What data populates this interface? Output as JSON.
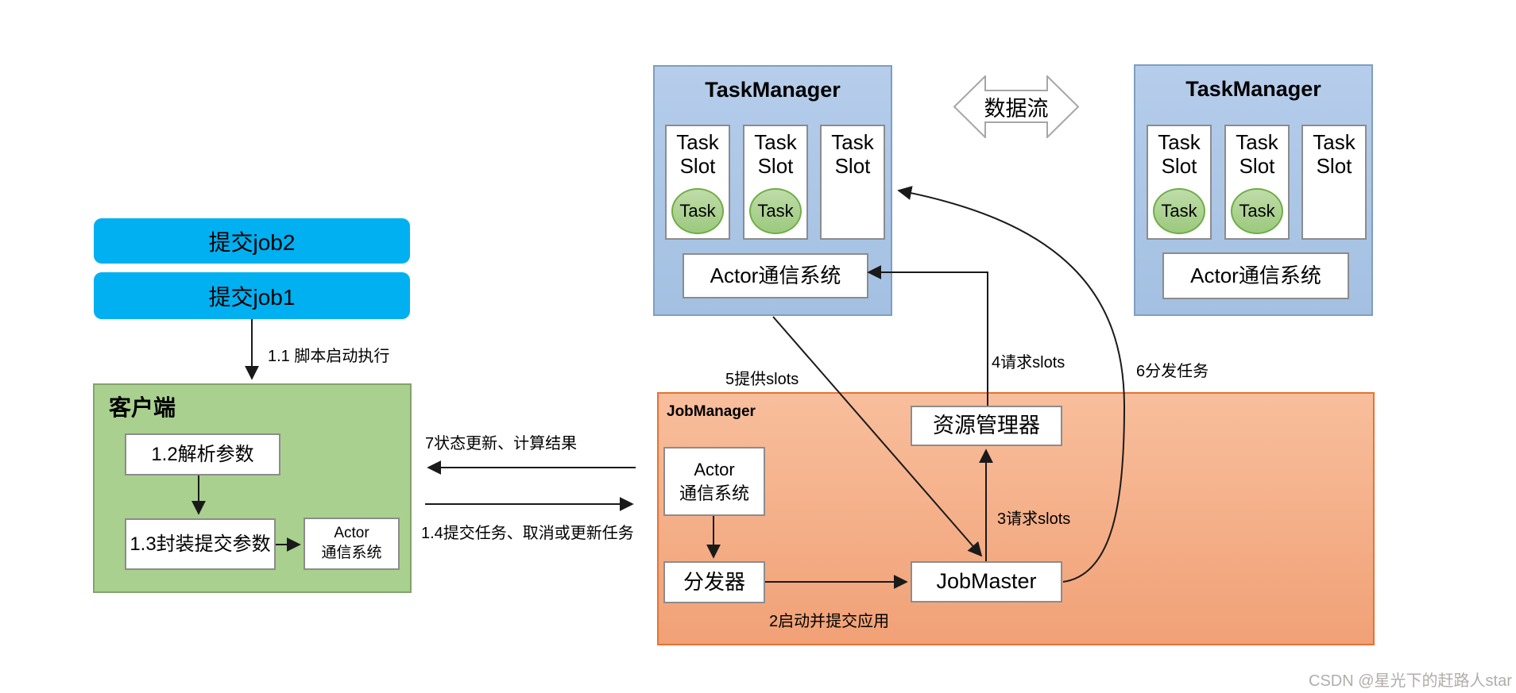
{
  "submit": {
    "job2": "提交job2",
    "job1": "提交job1"
  },
  "client": {
    "title": "客户端",
    "parse": "1.2解析参数",
    "package": "1.3封装提交参数",
    "actor_line1": "Actor",
    "actor_line2": "通信系统"
  },
  "tm": {
    "title": "TaskManager",
    "slot": "Task Slot",
    "task": "Task",
    "actor": "Actor通信系统"
  },
  "dataflow": {
    "label": "数据流"
  },
  "jobmanager": {
    "title": "JobManager",
    "actor_line1": "Actor",
    "actor_line2": "通信系统",
    "dispatcher": "分发器",
    "jobmaster": "JobMaster",
    "resource": "资源管理器"
  },
  "flow_labels": {
    "step1_1": "1.1 脚本启动执行",
    "step1_4": "1.4提交任务、取消或更新任务",
    "step2": "2启动并提交应用",
    "step3": "3请求slots",
    "step4": "4请求slots",
    "step5": "5提供slots",
    "step6": "6分发任务",
    "step7": "7状态更新、计算结果"
  },
  "watermark": "CSDN @星光下的赶路人star",
  "colors": {
    "submit_button": "#00B0F0",
    "taskmanager_fill": "#A9C6E8",
    "taskmanager_border": "#7F9EC0",
    "client_fill": "#A9D08E",
    "jobmanager_fill": "#F6B28C",
    "jobmanager_border": "#E97132",
    "task_fill": "#A9D18E",
    "task_border": "#70AD47",
    "connector": "#1A1A1A",
    "watermark_text": "#B1ADAB"
  }
}
